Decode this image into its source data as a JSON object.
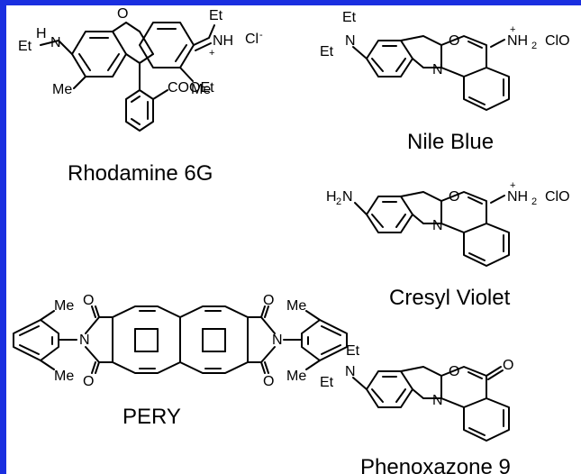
{
  "colors": {
    "frame": "#1a2fe0",
    "ink": "#000000",
    "background": "#ffffff"
  },
  "compounds": [
    {
      "key": "rhodamine",
      "name": "Rhodamine 6G"
    },
    {
      "key": "nileblue",
      "name": "Nile Blue"
    },
    {
      "key": "cresyl",
      "name": "Cresyl Violet"
    },
    {
      "key": "pery",
      "name": "PERY"
    },
    {
      "key": "phenoxazone",
      "name": "Phenoxazone 9"
    }
  ],
  "atoms": {
    "H": "H",
    "N": "N",
    "O": "O",
    "Et": "Et",
    "Me": "Me",
    "NH": "NH",
    "Cl_minus": "Cl",
    "minus": "-",
    "plus": "+",
    "COOEt": "COOEt",
    "NH2": "NH",
    "two": "2",
    "ClO4": "ClO",
    "H2N": "H",
    "H2N_N": "N"
  }
}
